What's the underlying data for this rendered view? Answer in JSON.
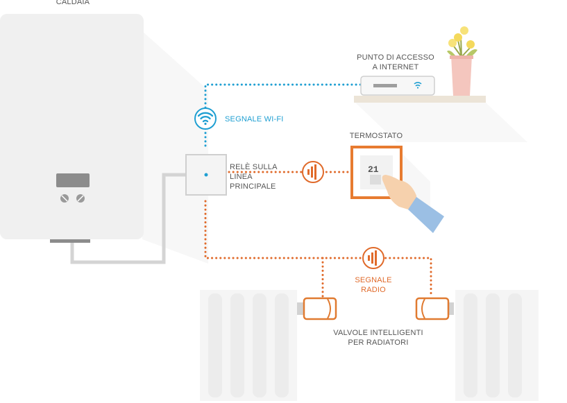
{
  "labels": {
    "boiler": "CALDAIA",
    "access_point_line1": "PUNTO DI ACCESSO",
    "access_point_line2": "A INTERNET",
    "wifi_signal": "SEGNALE WI-FI",
    "thermostat": "TERMOSTATO",
    "relay_line1": "RELÈ SULLA",
    "relay_line2": "LINEA",
    "relay_line3": "PRINCIPALE",
    "radio_line1": "SEGNALE",
    "radio_line2": "RADIO",
    "valves_line1": "VALVOLE  INTELLIGENTI",
    "valves_line2": "PER RADIATORI"
  },
  "thermostat_display": "21",
  "colors": {
    "wifi": "#1f9fd2",
    "radio": "#e06a2a",
    "device_gray": "#f1f1f1",
    "pipe_gray": "#d4d4d4",
    "label_text": "#555555"
  },
  "icons": [
    "wifi-icon",
    "radio-signal-icon",
    "hand-icon",
    "flower-pot-icon"
  ]
}
